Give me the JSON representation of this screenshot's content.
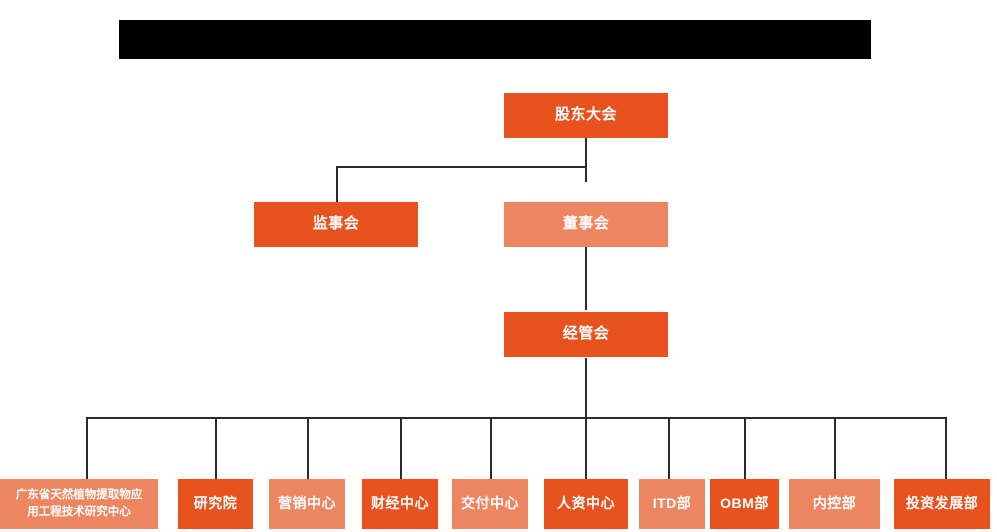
{
  "chart": {
    "title_bar": {
      "label": "",
      "redacted": true
    },
    "colors": {
      "strong_orange": "#E8521F",
      "light_orange": "#ED8561",
      "connector": "#2b2b2b",
      "background": "#ffffff",
      "redaction": "#000000"
    },
    "nodes": {
      "shareholders_meeting": {
        "label": "股东大会",
        "tone": "strong"
      },
      "board_of_supervisors": {
        "label": "监事会",
        "tone": "strong"
      },
      "board_of_directors": {
        "label": "董事会",
        "tone": "light"
      },
      "management_committee": {
        "label": "经管会",
        "tone": "strong"
      }
    },
    "departments": [
      {
        "label": "广东省天然植物提取物应\n用工程技术研究中心",
        "tone": "light"
      },
      {
        "label": "研究院",
        "tone": "strong"
      },
      {
        "label": "营销中心",
        "tone": "light"
      },
      {
        "label": "财经中心",
        "tone": "strong"
      },
      {
        "label": "交付中心",
        "tone": "light"
      },
      {
        "label": "人资中心",
        "tone": "strong"
      },
      {
        "label": "ITD部",
        "tone": "light"
      },
      {
        "label": "OBM部",
        "tone": "strong"
      },
      {
        "label": "内控部",
        "tone": "light"
      },
      {
        "label": "投资发展部",
        "tone": "strong"
      }
    ]
  }
}
